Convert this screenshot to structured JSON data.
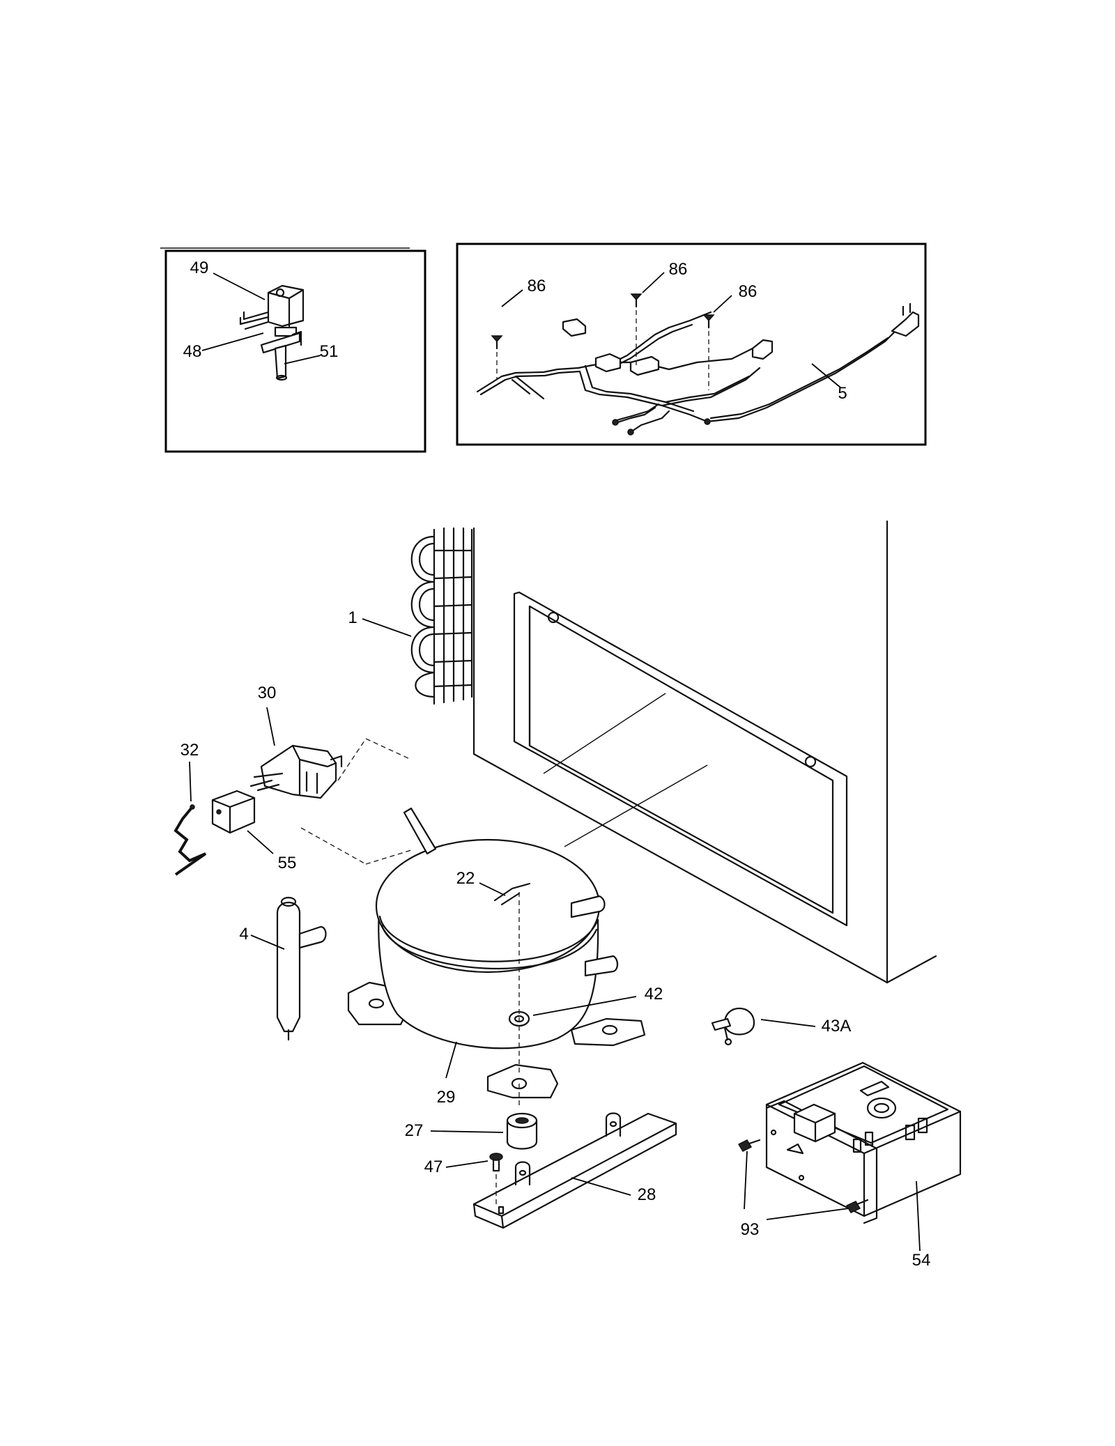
{
  "callouts": [
    {
      "id": "c49",
      "text": "49"
    },
    {
      "id": "c48",
      "text": "48"
    },
    {
      "id": "c51",
      "text": "51"
    },
    {
      "id": "c86a",
      "text": "86"
    },
    {
      "id": "c86b",
      "text": "86"
    },
    {
      "id": "c86c",
      "text": "86"
    },
    {
      "id": "c5",
      "text": "5"
    },
    {
      "id": "c1",
      "text": "1"
    },
    {
      "id": "c30",
      "text": "30"
    },
    {
      "id": "c32",
      "text": "32"
    },
    {
      "id": "c55",
      "text": "55"
    },
    {
      "id": "c22",
      "text": "22"
    },
    {
      "id": "c4",
      "text": "4"
    },
    {
      "id": "c42",
      "text": "42"
    },
    {
      "id": "c43A",
      "text": "43A"
    },
    {
      "id": "c29",
      "text": "29"
    },
    {
      "id": "c27",
      "text": "27"
    },
    {
      "id": "c47",
      "text": "47"
    },
    {
      "id": "c28",
      "text": "28"
    },
    {
      "id": "c93",
      "text": "93"
    },
    {
      "id": "c54",
      "text": "54"
    }
  ]
}
